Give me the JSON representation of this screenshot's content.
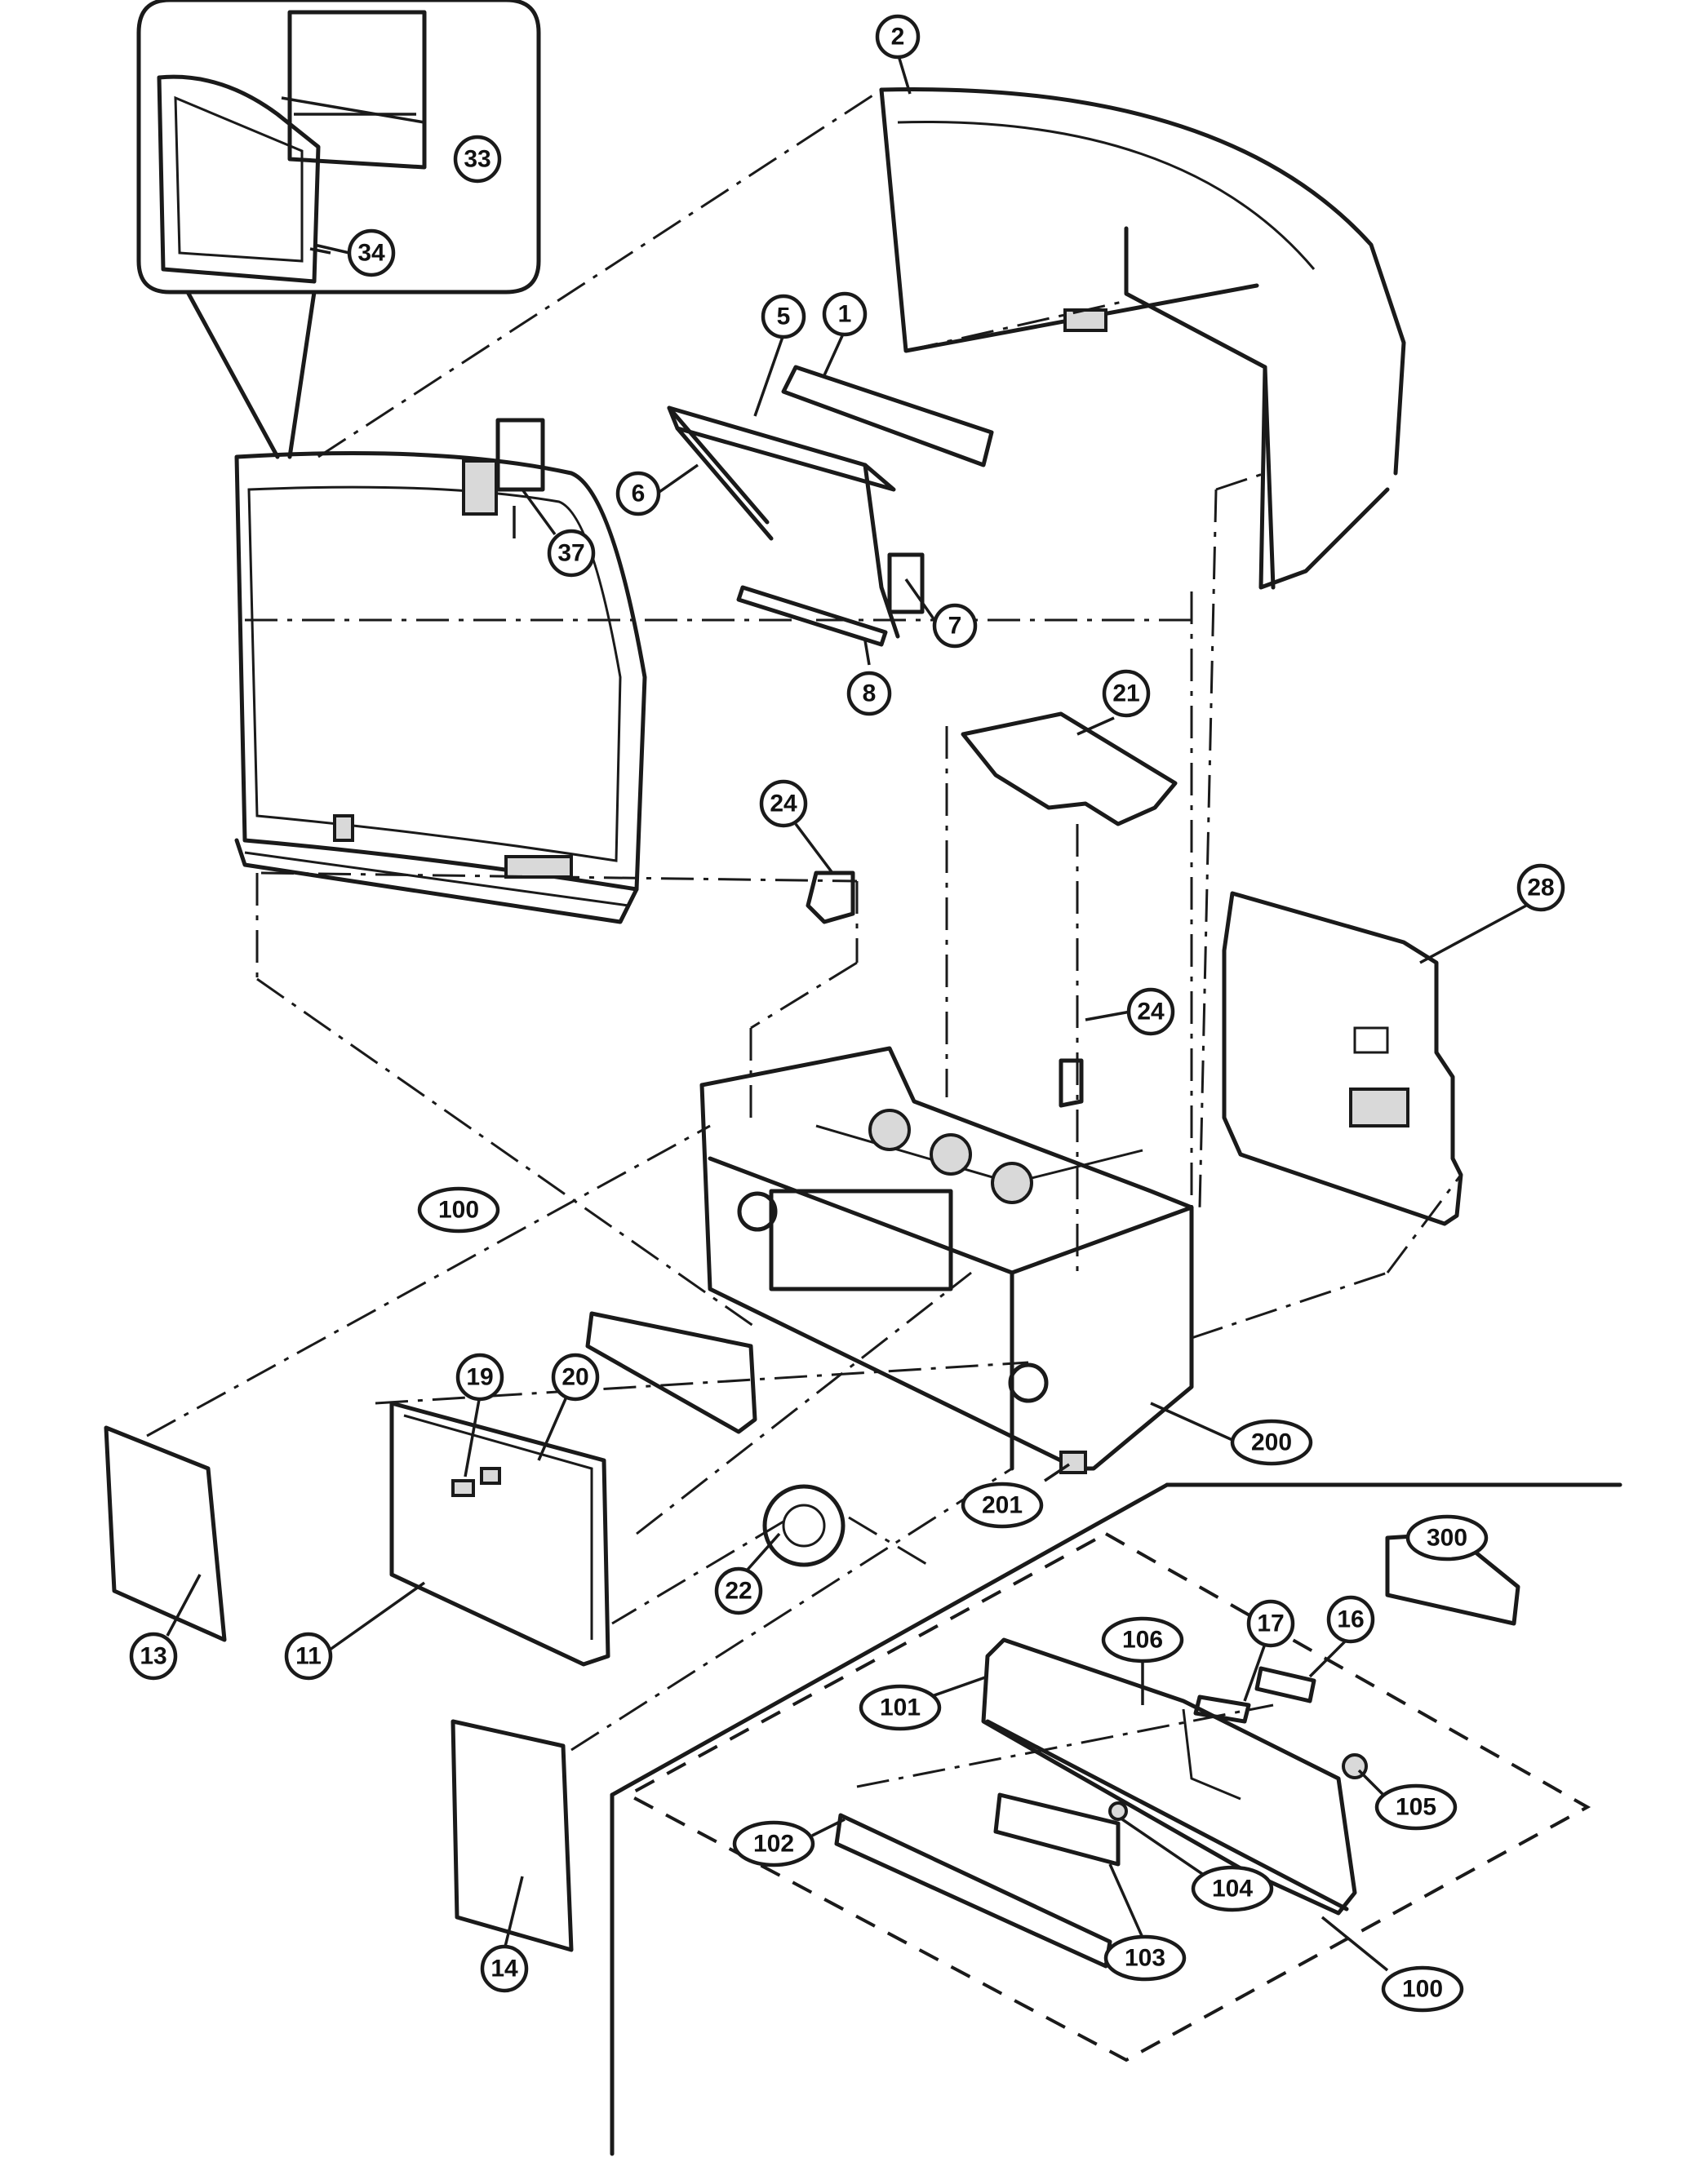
{
  "callouts": [
    {
      "id": "c1",
      "label": "1"
    },
    {
      "id": "c2",
      "label": "2"
    },
    {
      "id": "c5",
      "label": "5"
    },
    {
      "id": "c6",
      "label": "6"
    },
    {
      "id": "c7",
      "label": "7"
    },
    {
      "id": "c8",
      "label": "8"
    },
    {
      "id": "c11",
      "label": "11"
    },
    {
      "id": "c13",
      "label": "13"
    },
    {
      "id": "c14",
      "label": "14"
    },
    {
      "id": "c16",
      "label": "16"
    },
    {
      "id": "c17",
      "label": "17"
    },
    {
      "id": "c19",
      "label": "19"
    },
    {
      "id": "c20",
      "label": "20"
    },
    {
      "id": "c21",
      "label": "21"
    },
    {
      "id": "c22",
      "label": "22"
    },
    {
      "id": "c24a",
      "label": "24"
    },
    {
      "id": "c24b",
      "label": "24"
    },
    {
      "id": "c28",
      "label": "28"
    },
    {
      "id": "c33",
      "label": "33"
    },
    {
      "id": "c34",
      "label": "34"
    },
    {
      "id": "c37",
      "label": "37"
    },
    {
      "id": "c100a",
      "label": "100"
    },
    {
      "id": "c100b",
      "label": "100"
    },
    {
      "id": "c101",
      "label": "101"
    },
    {
      "id": "c102",
      "label": "102"
    },
    {
      "id": "c103",
      "label": "103"
    },
    {
      "id": "c104",
      "label": "104"
    },
    {
      "id": "c105",
      "label": "105"
    },
    {
      "id": "c106",
      "label": "106"
    },
    {
      "id": "c200",
      "label": "200"
    },
    {
      "id": "c201",
      "label": "201"
    },
    {
      "id": "c300",
      "label": "300"
    }
  ]
}
